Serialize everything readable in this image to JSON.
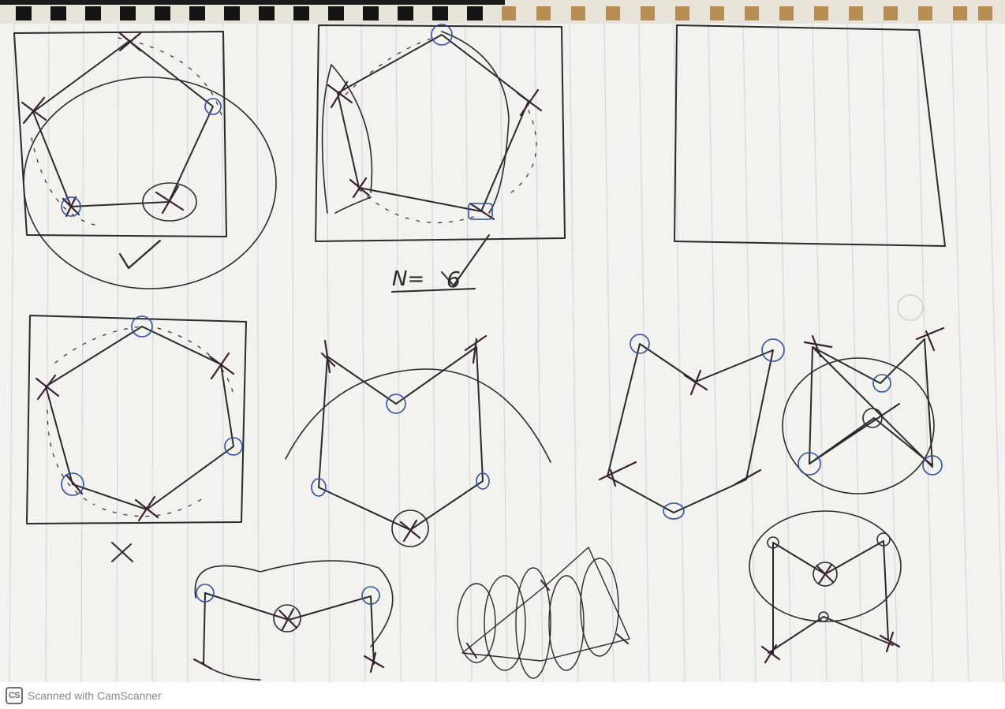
{
  "annotations": {
    "n_label": "N=",
    "n_value": "6"
  },
  "footer": {
    "logo_text": "CS",
    "scanner_text": "Scanned with CamScanner"
  },
  "colors": {
    "paper": "#f3f2ef",
    "ruling": "#d4d7de",
    "pencil": "#2a2a2a",
    "cross_ink": "#3a2230",
    "circle_ink": "#2f4fa6",
    "footer_text": "#8a8a8a"
  },
  "icons": {
    "logo": "camscanner-logo-icon"
  }
}
